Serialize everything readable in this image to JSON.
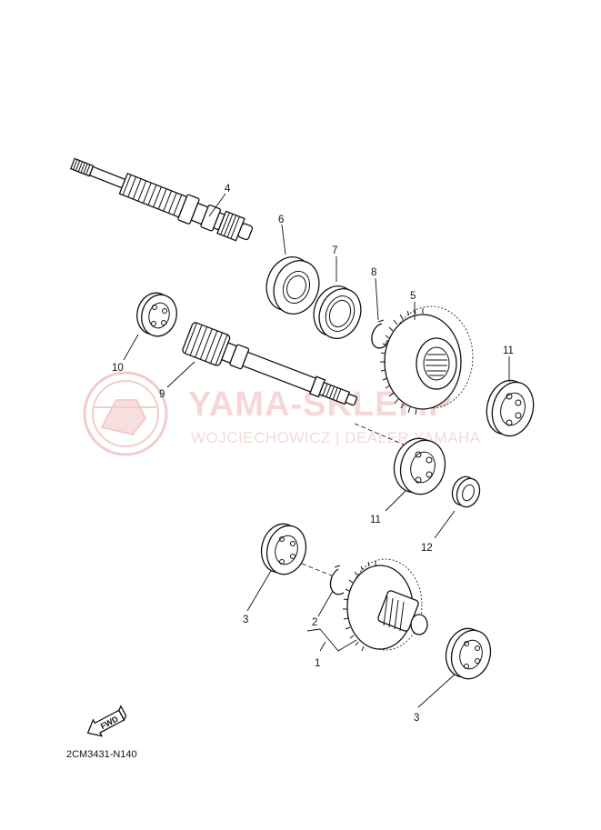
{
  "watermark": {
    "brand": "YAMA-SKLEP.P",
    "subtitle": "WOJCIECHOWICZ | DEALER YAMAHA",
    "color": "#e8a0a0"
  },
  "fwd_arrow_label": "FWD",
  "diagram_code": "2CM3431-N140",
  "callouts": {
    "c1": "1",
    "c2": "2",
    "c3a": "3",
    "c3b": "3",
    "c4": "4",
    "c5": "5",
    "c6": "6",
    "c7": "7",
    "c8": "8",
    "c9": "9",
    "c10": "10",
    "c11a": "11",
    "c11b": "11",
    "c12": "12"
  }
}
